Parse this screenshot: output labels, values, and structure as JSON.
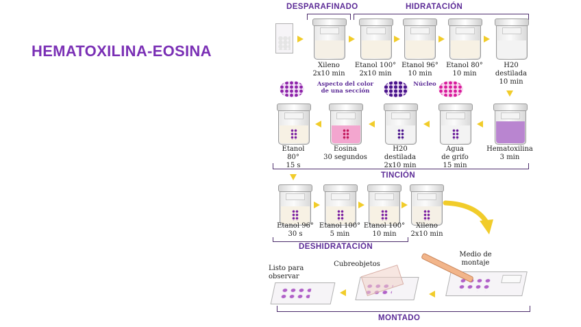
{
  "title": "HEMATOXILINA-EOSINA",
  "sections": {
    "desparafinado": "DESPARAFINADO",
    "hidratacion": "HIDRATACIÓN",
    "tincion": "TINCIÓN",
    "deshidratacion": "DESHIDRATACIÓN",
    "montado": "MONTADO"
  },
  "row1": [
    {
      "l1": "Xileno",
      "l2": "2x10 min"
    },
    {
      "l1": "Etanol 100°",
      "l2": "2x10 min"
    },
    {
      "l1": "Etanol 96°",
      "l2": "10 min"
    },
    {
      "l1": "Etanol 80°",
      "l2": "10 min"
    },
    {
      "l1": "H20",
      "l2": "destilada",
      "l3": "10 min"
    }
  ],
  "row2": [
    {
      "l1": "Etanol",
      "l2": "80°",
      "l3": "15 s"
    },
    {
      "l1": "Eosina",
      "l2": "30 segundos"
    },
    {
      "l1": "H20",
      "l2": "destilada",
      "l3": "2x10 min"
    },
    {
      "l1": "Agua",
      "l2": "de grifo",
      "l3": "15 min"
    },
    {
      "l1": "Hematoxilina",
      "l2": "3 min"
    }
  ],
  "row3": [
    {
      "l1": "Etanol 96°",
      "l2": "30 s"
    },
    {
      "l1": "Etanol 100°",
      "l2": "5 min"
    },
    {
      "l1": "Etanol 100°",
      "l2": "10 min"
    },
    {
      "l1": "Xileno",
      "l2": "2x10 min"
    }
  ],
  "notes": {
    "aspecto_1": "Aspecto del color",
    "aspecto_2": "de una sección",
    "nucleo": "Núcleo"
  },
  "montado": {
    "listo_1": "Listo para",
    "listo_2": "observar",
    "cubreobjetos": "Cubreobjetos",
    "medio_1": "Medio de",
    "medio_2": "montaje"
  },
  "colors": {
    "title": "#7a2fb5",
    "section": "#5b2a96",
    "arrow": "#f1cc2a",
    "eosina": "#f3a6cf",
    "hematoxilina": "#b985d0"
  }
}
